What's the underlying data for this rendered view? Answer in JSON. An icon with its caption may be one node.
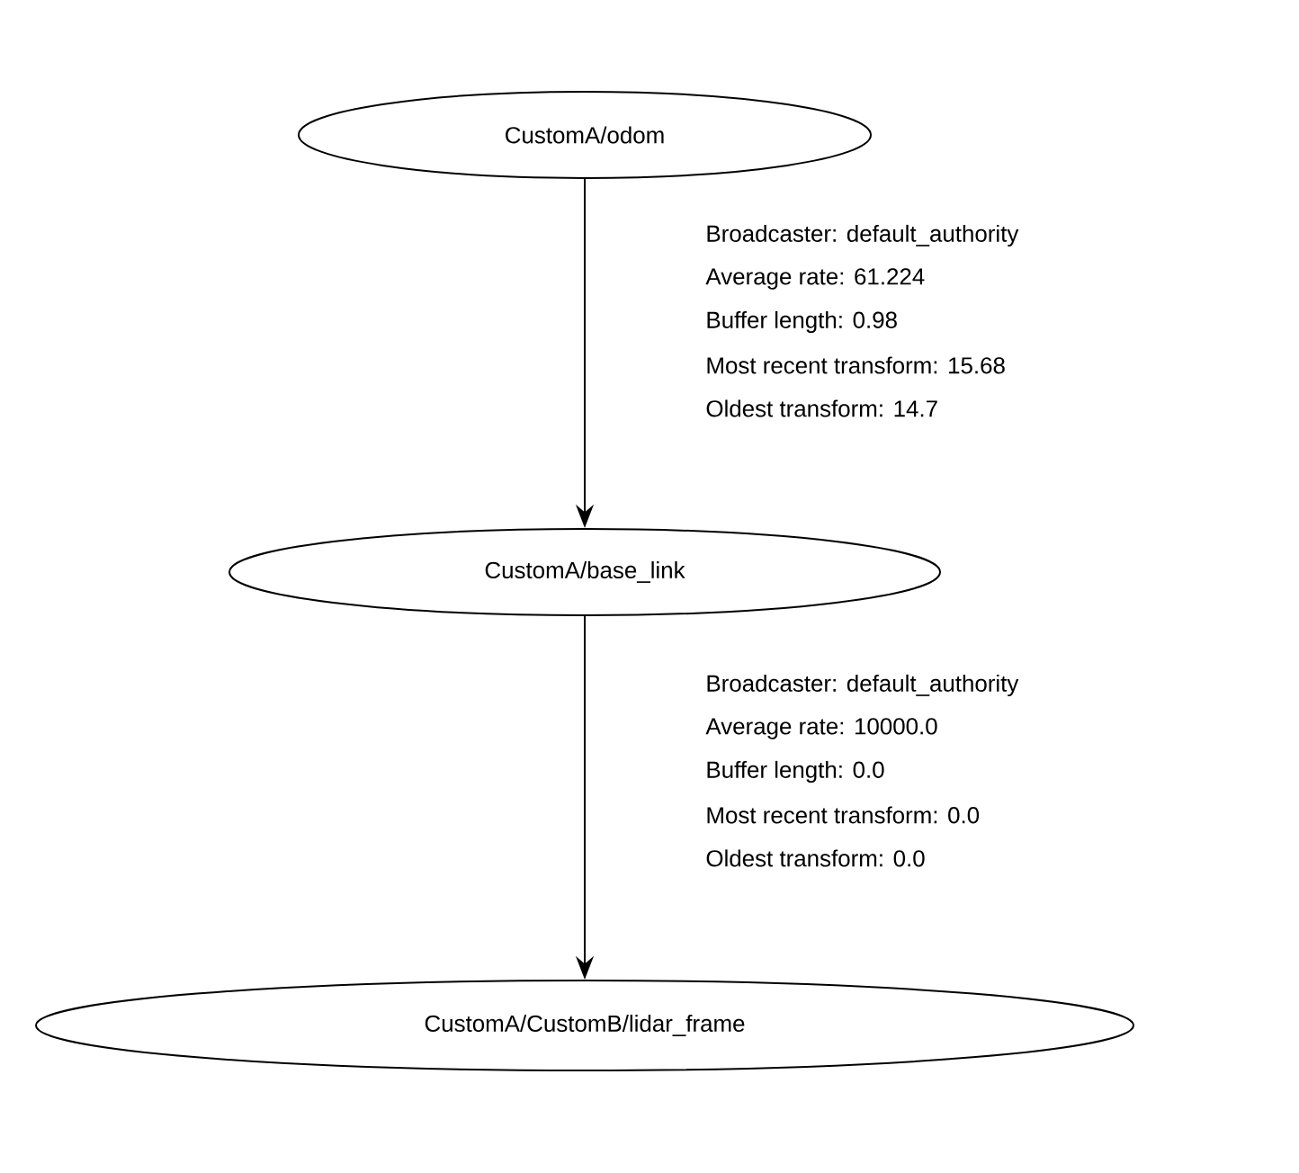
{
  "diagram": {
    "nodes": [
      {
        "text": [
          "CustomA/odom"
        ]
      },
      {
        "text": [
          "CustomA/base_link"
        ]
      },
      {
        "text": [
          "CustomA/CustomB/lidar_frame"
        ]
      }
    ],
    "edges": [
      {
        "from": 0,
        "to": 1,
        "arrow": "to"
      },
      {
        "from": 1,
        "to": 2,
        "arrow": "to"
      }
    ],
    "labels": [
      "Broadcaster: default_authority",
      "Average rate: 61.224",
      "Buffer length: 0.98",
      "Most recent transform: 15.68",
      "Oldest transform: 14.7",
      "Broadcaster: default_authority",
      "Average rate: 10000.0",
      "Buffer length: 0.0",
      "Most recent transform: 0.0",
      "Oldest transform: 0.0"
    ]
  }
}
